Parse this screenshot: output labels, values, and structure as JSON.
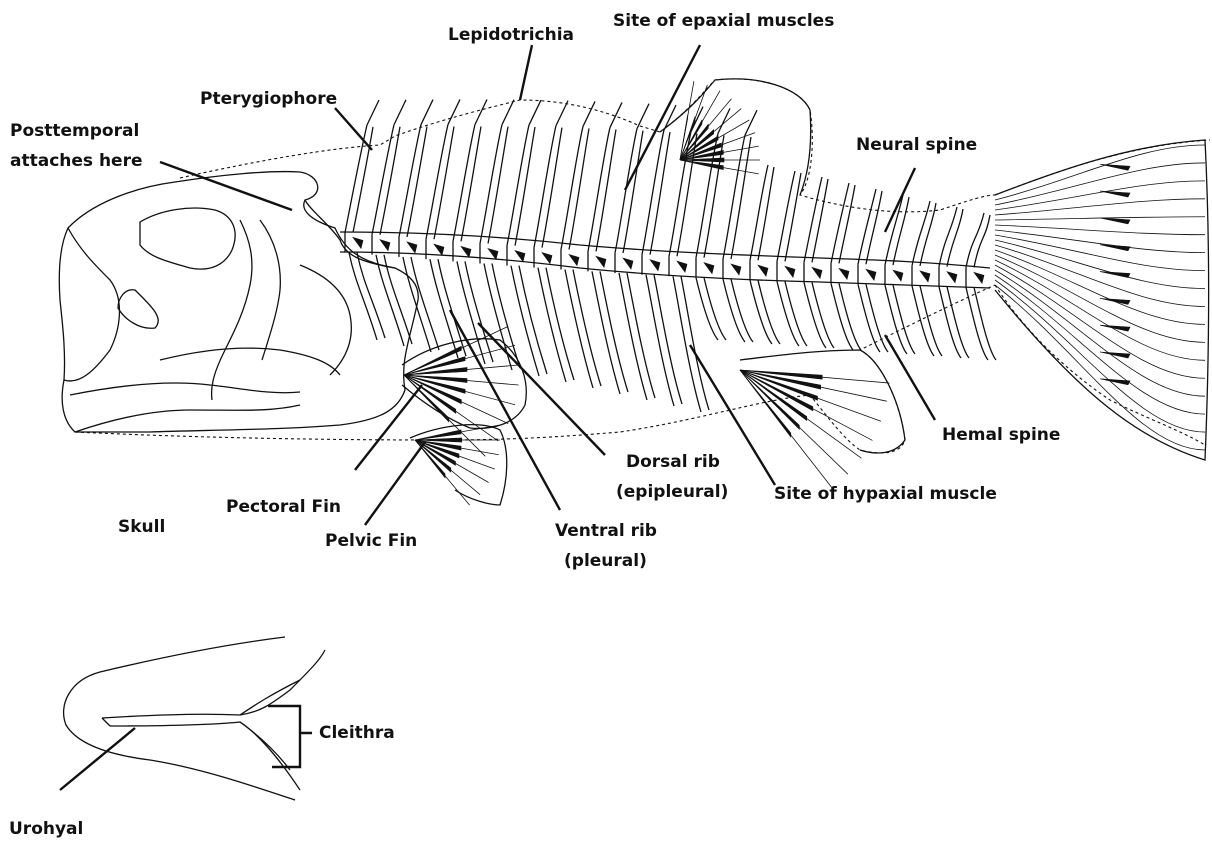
{
  "labels": {
    "lepidotrichia": "Lepidotrichia",
    "epaxial": "Site of epaxial muscles",
    "pterygiophore": "Pterygiophore",
    "posttemporal_1": "Posttemporal",
    "posttemporal_2": "attaches here",
    "neural_spine": "Neural spine",
    "hemal_spine": "Hemal spine",
    "dorsal_rib_1": "Dorsal rib",
    "dorsal_rib_2": "(epipleural)",
    "hypaxial": "Site of hypaxial muscle",
    "pectoral_fin": "Pectoral Fin",
    "pelvic_fin": "Pelvic Fin",
    "ventral_rib_1": "Ventral rib",
    "ventral_rib_2": "(pleural)",
    "skull": "Skull",
    "cleithra": "Cleithra",
    "urohyal": "Urohyal"
  },
  "colors": {
    "ink": "#111111",
    "paper": "#ffffff"
  }
}
